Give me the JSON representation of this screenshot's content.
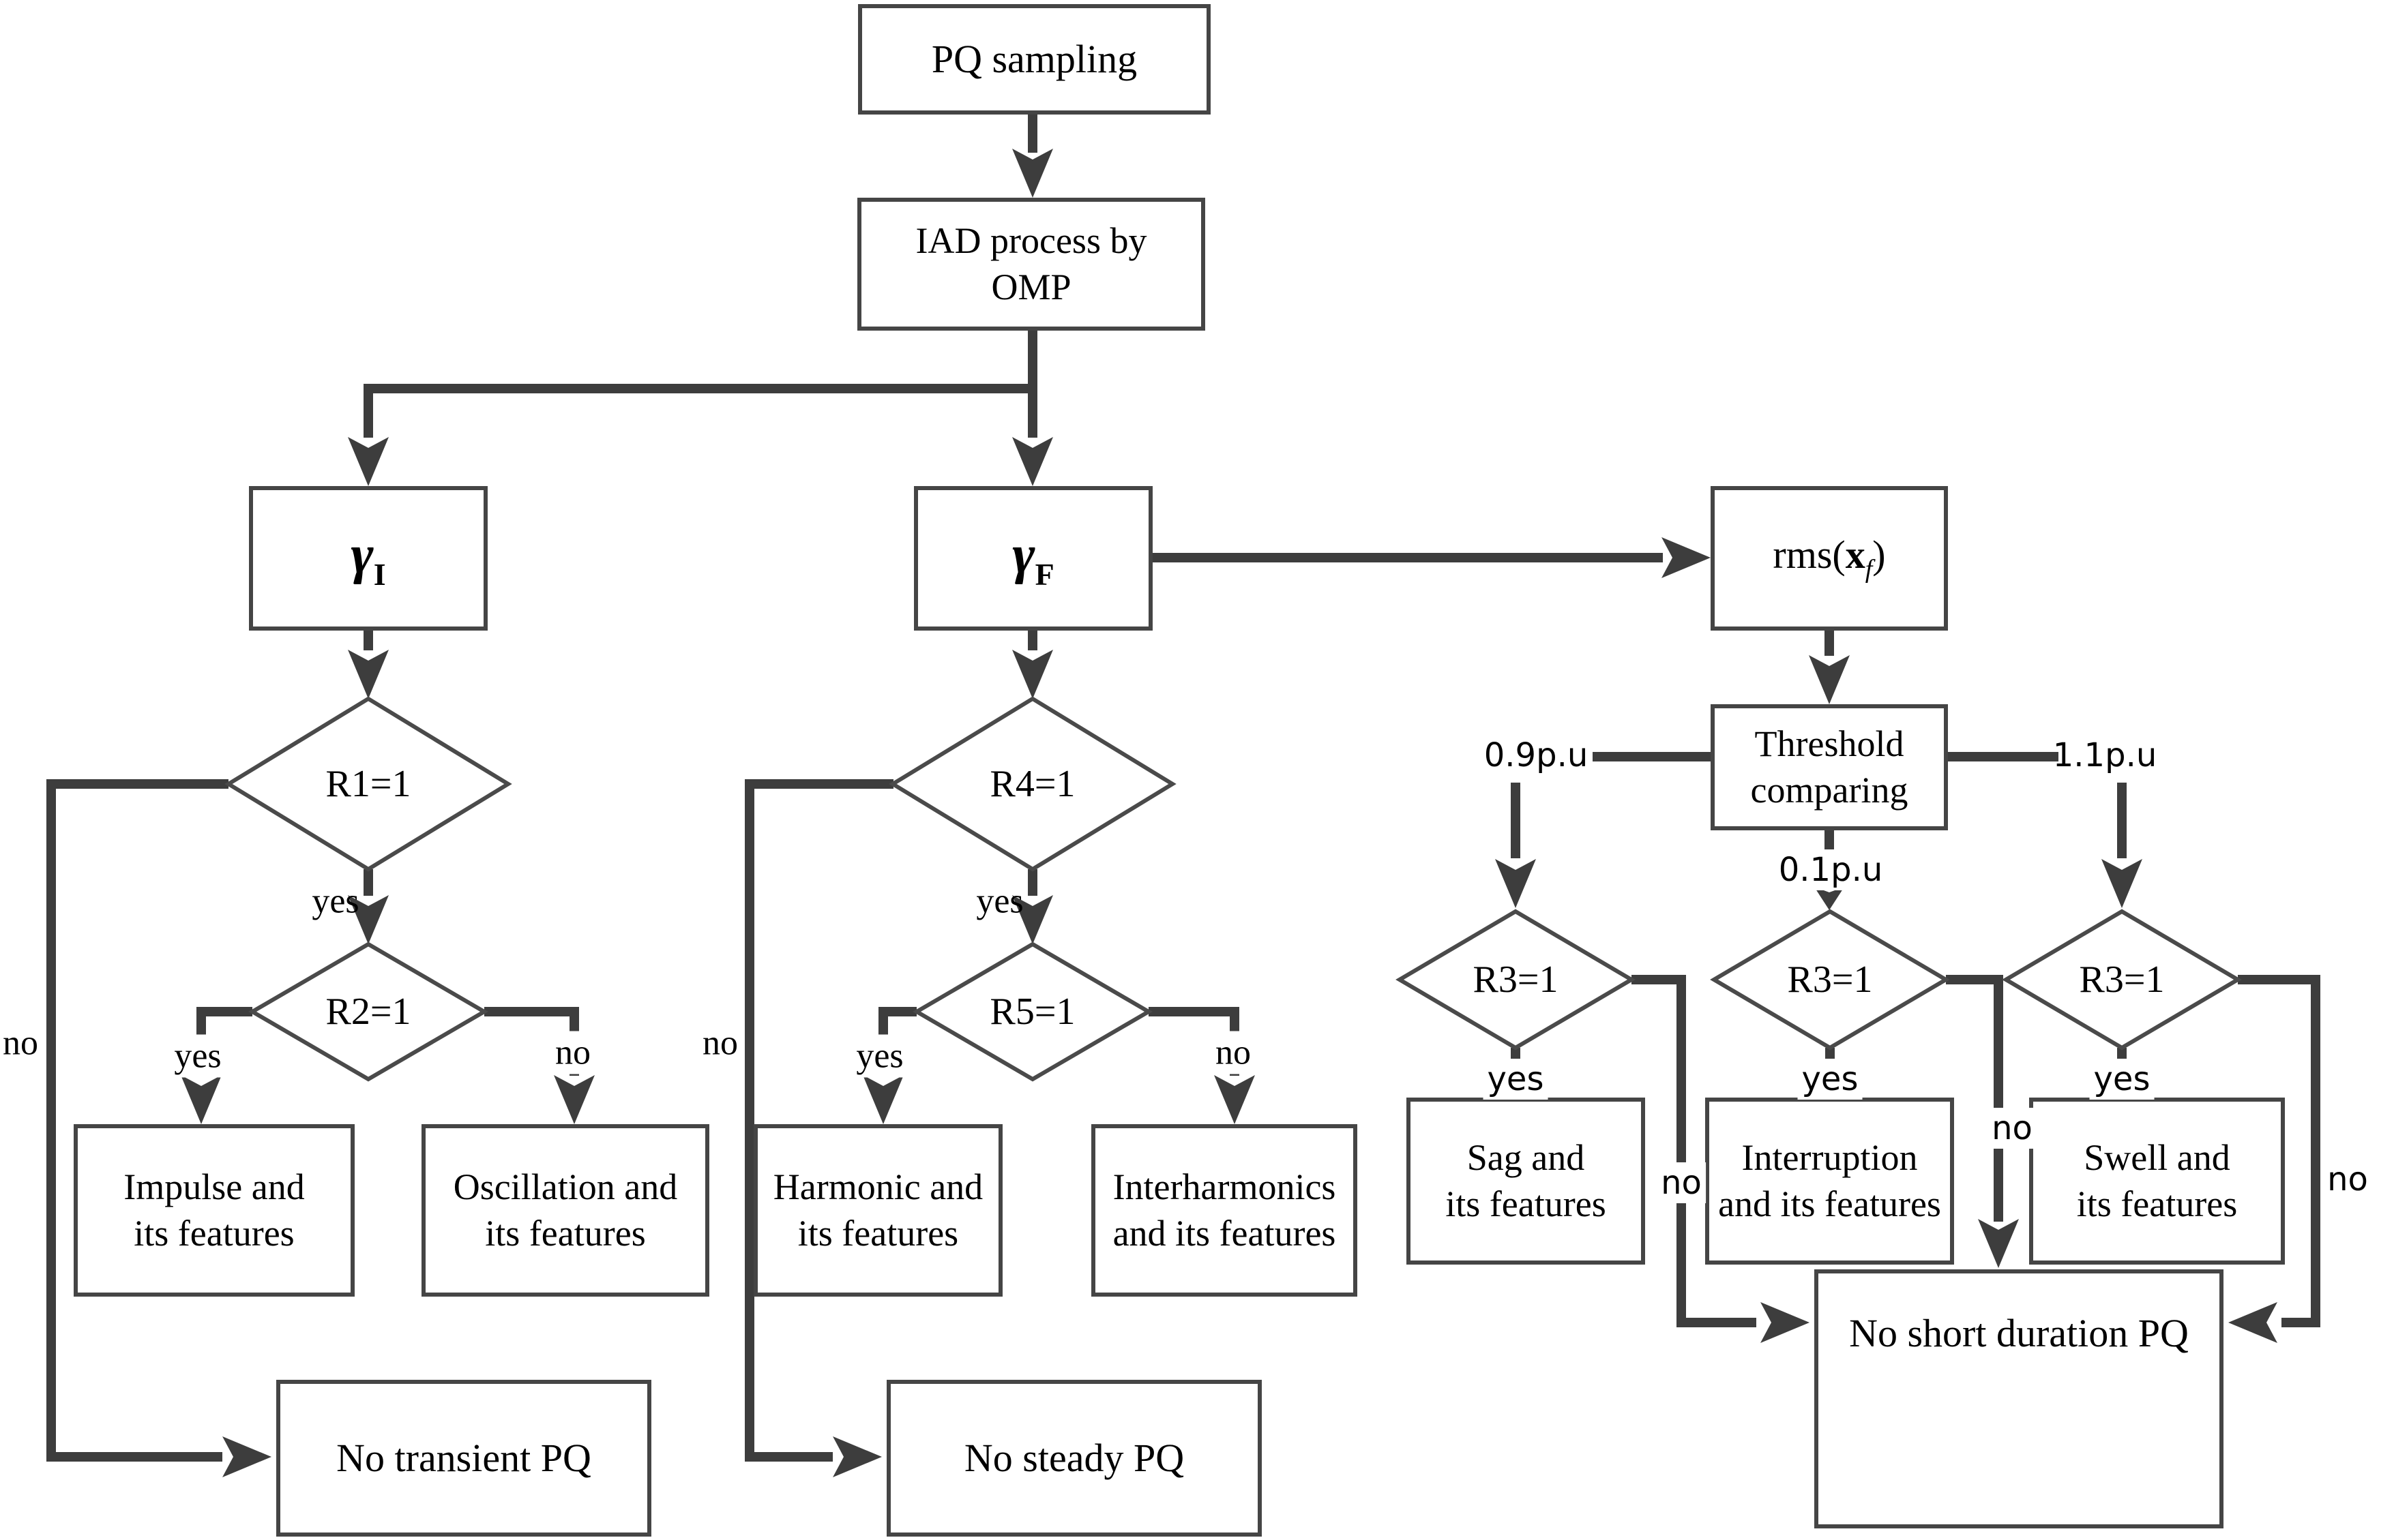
{
  "nodes": {
    "pq_sampling": {
      "label": "PQ sampling"
    },
    "iad": {
      "label": "IAD process by\nOMP"
    },
    "gamma_i": {
      "symbol": "γ",
      "subscript": "I"
    },
    "gamma_f": {
      "symbol": "γ",
      "subscript": "F"
    },
    "rms": {
      "prefix": "rms(",
      "variable": "x",
      "subscript": "f",
      "suffix": ")"
    },
    "threshold": {
      "label": "Threshold\ncomparing"
    },
    "r1": {
      "label": "R1=1"
    },
    "r2": {
      "label": "R2=1"
    },
    "r4": {
      "label": "R4=1"
    },
    "r5": {
      "label": "R5=1"
    },
    "r3_sag": {
      "label": "R3=1"
    },
    "r3_interruption": {
      "label": "R3=1"
    },
    "r3_swell": {
      "label": "R3=1"
    },
    "impulse": {
      "label": "Impulse and\nits features"
    },
    "oscillation": {
      "label": "Oscillation and\nits features"
    },
    "harmonic": {
      "label": "Harmonic and\nits features"
    },
    "interharmonics": {
      "label": "Interharmonics\nand its features"
    },
    "sag": {
      "label": "Sag and\nits features"
    },
    "interruption": {
      "label": "Interruption\nand its features"
    },
    "swell": {
      "label": "Swell and\nits features"
    },
    "no_transient": {
      "label": "No transient PQ"
    },
    "no_steady": {
      "label": "No steady PQ"
    },
    "no_short": {
      "label": "No short duration PQ"
    }
  },
  "edge_labels": {
    "yes": "yes",
    "no": "no",
    "sag_threshold": "0.9p.u",
    "interruption_threshold": "0.1p.u",
    "swell_threshold": "1.1p.u"
  },
  "colors": {
    "line": "#3d3d3d",
    "node_border": "#454545",
    "text": "#000000",
    "background": "#ffffff"
  }
}
